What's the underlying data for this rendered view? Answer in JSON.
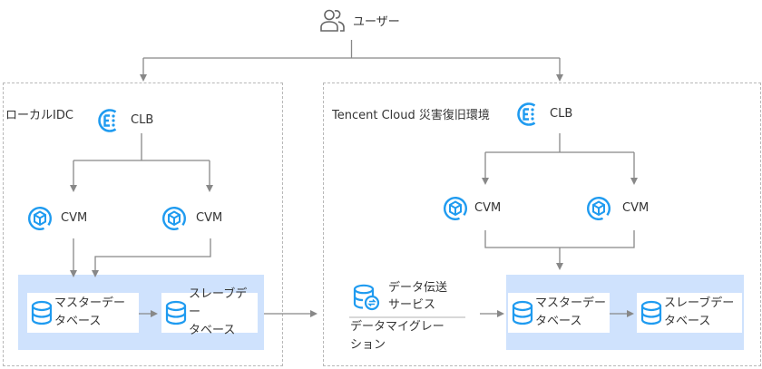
{
  "user": {
    "label": "ユーザー",
    "icon": "users-icon"
  },
  "zones": {
    "local": {
      "title": "ローカルIDC"
    },
    "cloud": {
      "title": "Tencent Cloud 災害復旧環境"
    }
  },
  "local": {
    "clb": {
      "label": "CLB",
      "icon": "clb-load-balancer-icon"
    },
    "cvm_left": {
      "label": "CVM",
      "icon": "cvm-icon"
    },
    "cvm_right": {
      "label": "CVM",
      "icon": "cvm-icon"
    },
    "master_db": {
      "line1": "マスターデー",
      "line2": "タベース",
      "icon": "database-icon"
    },
    "slave_db": {
      "line1": "スレーブデー",
      "line2": "タベース",
      "icon": "database-icon"
    }
  },
  "cloud": {
    "clb": {
      "label": "CLB",
      "icon": "clb-load-balancer-icon"
    },
    "cvm_left": {
      "label": "CVM",
      "icon": "cvm-icon"
    },
    "cvm_right": {
      "label": "CVM",
      "icon": "cvm-icon"
    },
    "master_db": {
      "line1": "マスターデー",
      "line2": "タベース",
      "icon": "database-icon"
    },
    "slave_db": {
      "line1": "スレーブデー",
      "line2": "タベース",
      "icon": "database-icon"
    }
  },
  "dts": {
    "line1": "データ伝送",
    "line2": "サービス",
    "icon": "data-transfer-service-icon",
    "caption_line1": "データマイグレー",
    "caption_line2": "ション"
  },
  "colors": {
    "accent": "#1f9bf0",
    "connector": "#888888",
    "zone_border": "#b8b8b8",
    "db_band": "#cfe2fd"
  }
}
